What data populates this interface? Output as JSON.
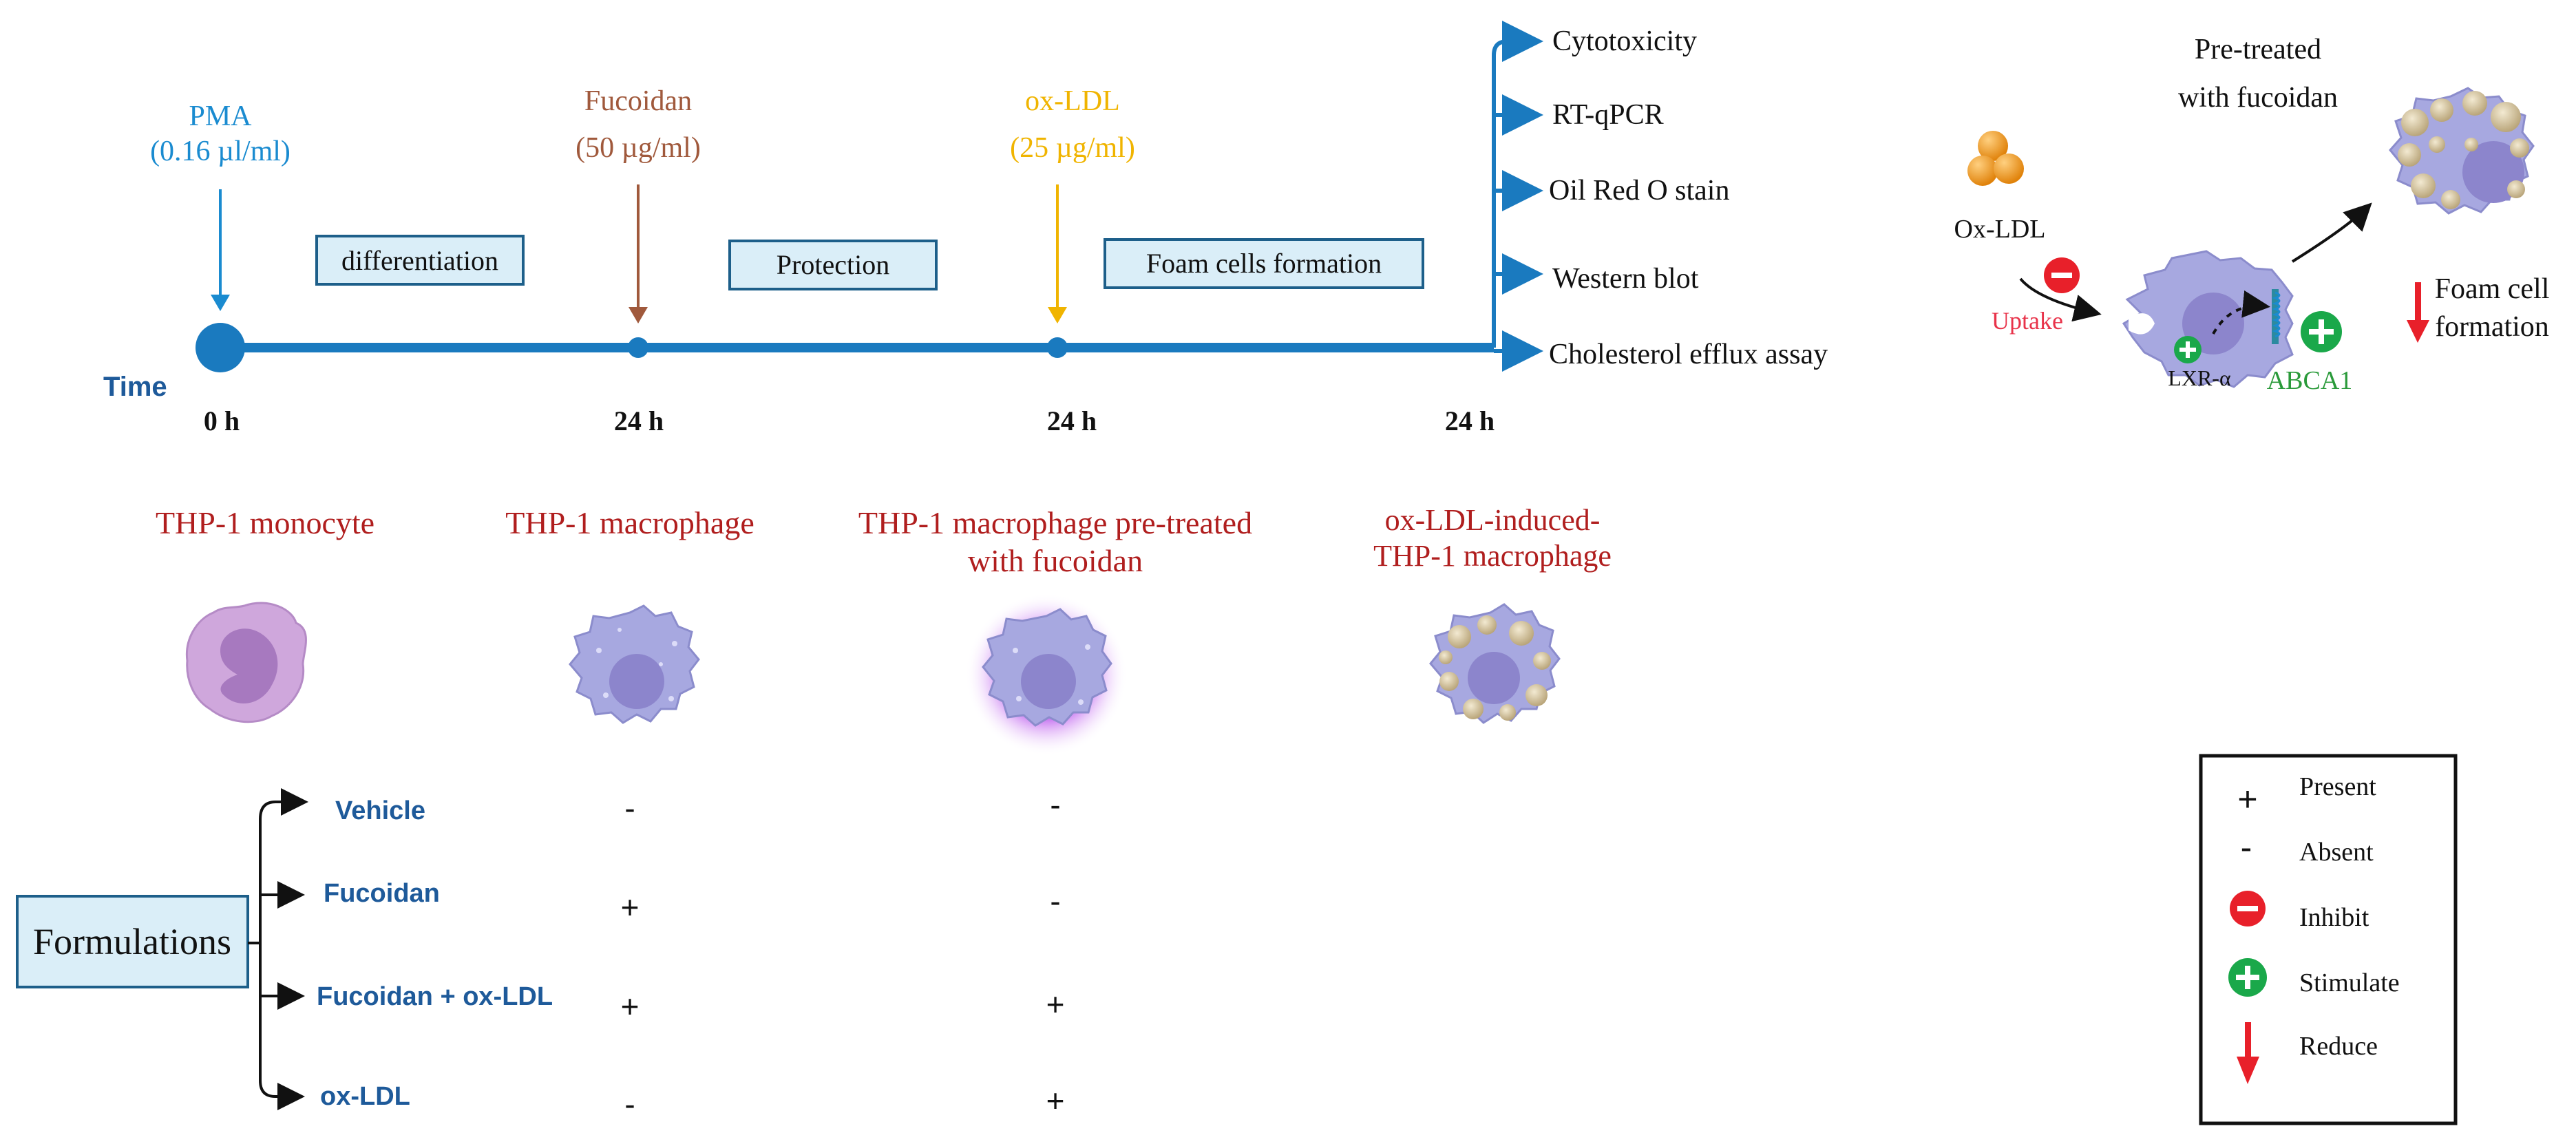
{
  "colors": {
    "timeline_blue": "#1a7abf",
    "pma_blue": "#1a8bd0",
    "fucoidan_brown": "#a0593c",
    "oxldl_yellow": "#f0b400",
    "dark_red": "#b01e1e",
    "formulation_blue": "#1e5a9a",
    "box_fill": "#daeef8",
    "box_stroke": "#1d5f8a",
    "uptake_red": "#e8334a",
    "abca1_green": "#2a9a3a",
    "inhibit_red": "#e8202a",
    "stimulate_green": "#1aa84a",
    "cell_purple": "#a7a8e0",
    "nucleus_purple": "#8c85cc",
    "monocyte_pink": "#cfa7dc",
    "lipid_tan": "#d9c9a3"
  },
  "timeline": {
    "time_label": "Time",
    "events": [
      {
        "name": "PMA",
        "dose": "(0.16 µl/ml)"
      },
      {
        "name": "Fucoidan",
        "dose": "(50 µg/ml)"
      },
      {
        "name": "ox-LDL",
        "dose": "(25 µg/ml)"
      }
    ],
    "phases": [
      "differentiation",
      "Protection",
      "Foam cells formation"
    ],
    "time_ticks": [
      "0 h",
      "24 h",
      "24 h",
      "24 h"
    ],
    "assays": [
      "Cytotoxicity",
      "RT-qPCR",
      "Oil Red O stain",
      "Western blot",
      "Cholesterol efflux assay"
    ]
  },
  "cells": [
    {
      "label_lines": [
        "THP-1 monocyte"
      ],
      "icon": "monocyte-icon"
    },
    {
      "label_lines": [
        "THP-1 macrophage"
      ],
      "icon": "macrophage-icon"
    },
    {
      "label_lines": [
        "THP-1 macrophage pre-treated",
        "with fucoidan"
      ],
      "icon": "glowing-macrophage-icon"
    },
    {
      "label_lines": [
        "ox-LDL-induced-",
        "THP-1 macrophage"
      ],
      "icon": "foam-cell-icon"
    }
  ],
  "formulations": {
    "title": "Formulations",
    "rows": [
      {
        "name": "Vehicle",
        "col1": "-",
        "col2": "-"
      },
      {
        "name": "Fucoidan",
        "col1": "+",
        "col2": "-"
      },
      {
        "name": "Fucoidan + ox-LDL",
        "col1": "+",
        "col2": "+"
      },
      {
        "name": "ox-LDL",
        "col1": "-",
        "col2": "+"
      }
    ]
  },
  "mechanism": {
    "title_lines": [
      "Pre-treated",
      "with fucoidan"
    ],
    "oxldl_label": "Ox-LDL",
    "uptake_label": "Uptake",
    "lxr_label": "LXR-α",
    "abca1_label": "ABCA1",
    "result_lines": [
      "Foam cell",
      "formation"
    ]
  },
  "legend": {
    "items": [
      {
        "symbol": "+",
        "label": "Present"
      },
      {
        "symbol": "-",
        "label": "Absent"
      },
      {
        "symbol": "inhibit",
        "label": "Inhibit"
      },
      {
        "symbol": "stimulate",
        "label": "Stimulate"
      },
      {
        "symbol": "reduce",
        "label": "Reduce"
      }
    ]
  }
}
